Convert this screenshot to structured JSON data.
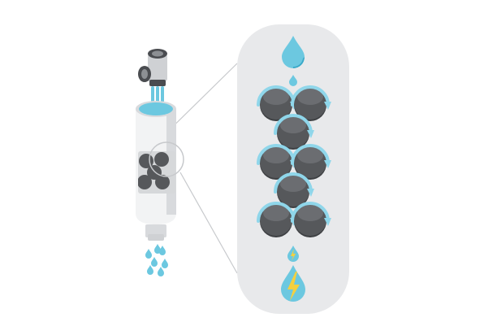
{
  "diagram": {
    "colors": {
      "background": "#ffffff",
      "panel": "#e8e9eb",
      "water": "#6cc8e0",
      "water_dark": "#3aa9c8",
      "ball": "#56585b",
      "ball_top": "#6b6d71",
      "ball_shadow": "#3e4043",
      "arrow": "#8fd6ea",
      "cylinder": "#f2f3f4",
      "cylinder_shade": "#d8dadd",
      "pipe_light": "#cfd1d4",
      "pipe_mid": "#8c8f93",
      "pipe_dark": "#4a4c50",
      "lightning": "#f4d03f",
      "connector_line": "#c7c9cc"
    },
    "icons": [
      "faucet-icon",
      "filter-cylinder",
      "water-drop-icon",
      "magnifier-circle",
      "carbon-ball",
      "flow-arrow-icon",
      "lightning-drop-icon"
    ],
    "stages": [
      "clean-water-in",
      "filter-media",
      "charged-water-out"
    ]
  }
}
